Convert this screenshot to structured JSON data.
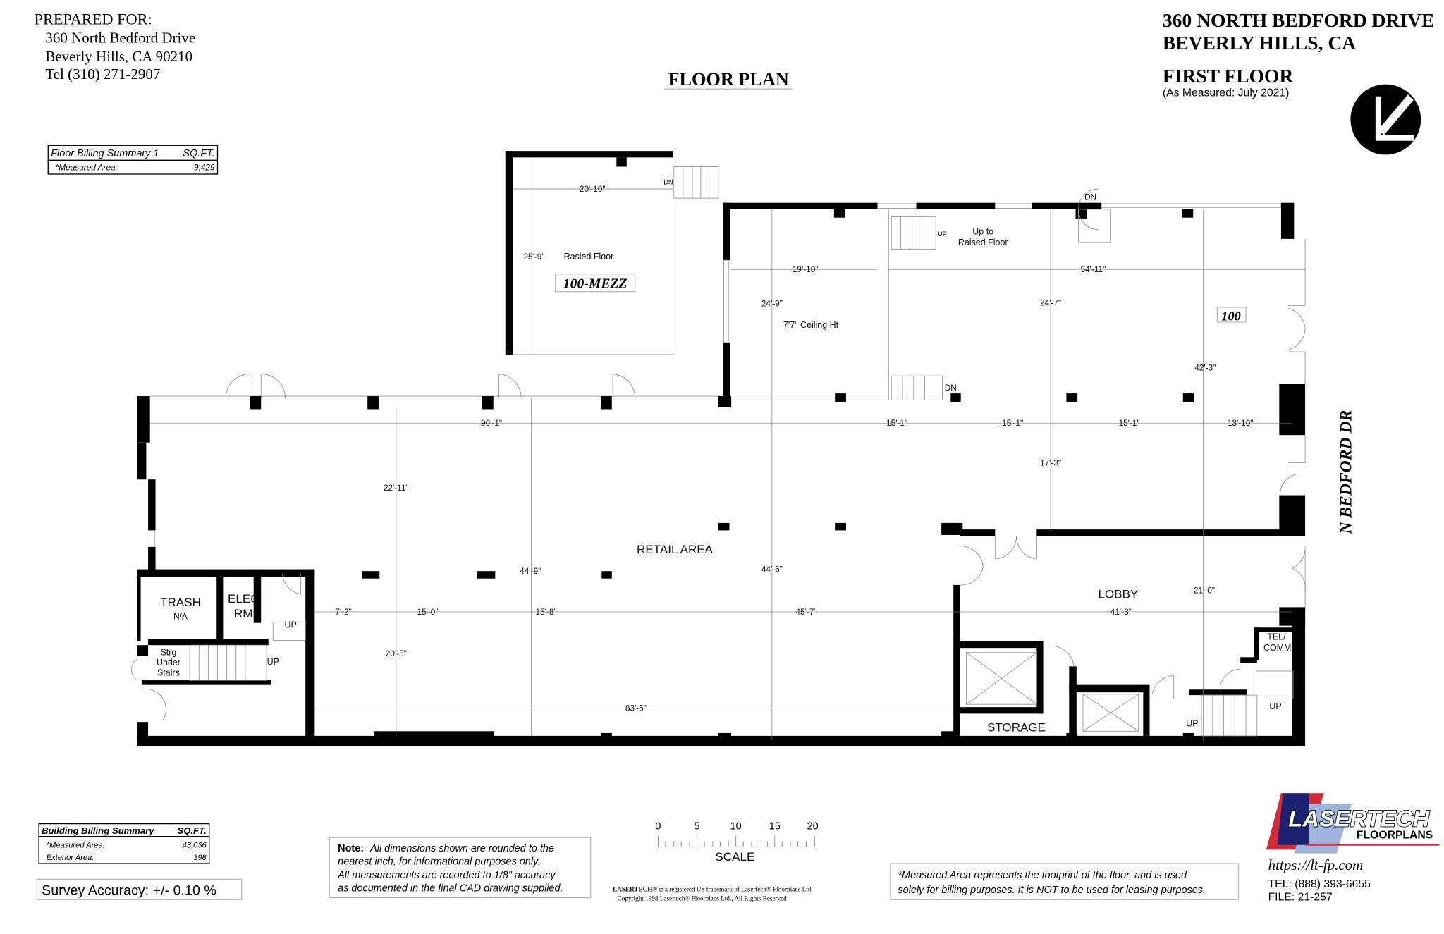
{
  "prepared_for": {
    "heading": "PREPARED FOR:",
    "lines": [
      "360 North Bedford Drive",
      "Beverly Hills, CA  90210",
      "Tel  (310) 271-2907"
    ]
  },
  "title": "FLOOR PLAN",
  "property": {
    "address_line1": "360 NORTH BEDFORD DRIVE",
    "address_line2": "BEVERLY HILLS, CA",
    "floor": "FIRST FLOOR",
    "measured": "(As Measured:  July 2021)"
  },
  "floor_billing": {
    "title": "Floor Billing Summary 1",
    "unit": "SQ.FT.",
    "rows": [
      {
        "label": "*Measured Area:",
        "value": "9,429"
      }
    ]
  },
  "rooms": {
    "mezz_label": "100-MEZZ",
    "raised_floor": "Rasied Floor",
    "ceiling": "7'7\" Ceiling Ht",
    "up_to": "Up to",
    "raised_floor2": "Raised Floor",
    "suite": "100",
    "retail": "RETAIL AREA",
    "lobby": "LOBBY",
    "storage": "STORAGE",
    "trash": "TRASH",
    "trash_sub": "N/A",
    "elec1": "ELEC",
    "elec2": "RM",
    "strg": [
      "Strg",
      "Under",
      "Stairs"
    ],
    "tel1": "TEL/",
    "tel2": "COMM",
    "street": "N BEDFORD DR"
  },
  "stair_labels": {
    "dn": "DN",
    "up": "UP"
  },
  "dimensions": {
    "mezz_w": "20'-10\"",
    "mezz_h": "25'-9\"",
    "d19_10": "19'-10\"",
    "d54_11": "54'-11\"",
    "d24_9": "24'-9\"",
    "d24_7": "24'-7\"",
    "d42_3": "42'-3\"",
    "d90_1": "90'-1\"",
    "d15_1": "15'-1\"",
    "d13_10": "13'-10\"",
    "d17_3": "17'-3\"",
    "d22_11": "22'-11\"",
    "d44_9": "44'-9\"",
    "d44_6": "44'-6\"",
    "d21_0": "21'-0\"",
    "d20_5": "20'-5\"",
    "d7_2": "7'-2\"",
    "d15_0": "15'-0\"",
    "d15_8": "15'-8\"",
    "d45_7": "45'-7\"",
    "d41_3": "41'-3\"",
    "d83_5": "83'-5\""
  },
  "building_billing": {
    "title": "Building Billing Summary",
    "unit": "SQ.FT.",
    "rows": [
      {
        "label": "*Measured Area:",
        "value": "43,036"
      },
      {
        "label": "Exterior Area:",
        "value": "398"
      }
    ]
  },
  "survey_accuracy": "Survey Accuracy:  +/-  0.10 %",
  "note": {
    "lead": "Note:",
    "lines": [
      "All dimensions shown are rounded to the",
      "nearest inch, for informational purposes only.",
      "All measurements are recorded to 1/8\" accuracy",
      "as documented in the final CAD drawing supplied."
    ]
  },
  "scale": {
    "ticks": [
      "0",
      "5",
      "10",
      "15",
      "20"
    ],
    "label": "SCALE"
  },
  "trademark": {
    "brand": "LASERTECH",
    "line1": "® is a registered US trademark of Lasertech® Floorplans Ltd.",
    "line2": "Copyright 1998 Lasertech® Floorplans Ltd., All Rights Reserved"
  },
  "measured_note": [
    "*Measured Area represents the footprint of the floor, and is used",
    "solely for billing purposes. It is NOT to be used for leasing purposes."
  ],
  "company": {
    "logo_text1": "LASERTECH",
    "logo_text2": "FLOORPLANS",
    "url": "https://lt-fp.com",
    "tel": "TEL:  (888) 393-6655",
    "file": "FILE:  21-257"
  },
  "colors": {
    "logo_red": "#d42b3a",
    "logo_blue": "#2a4f9a",
    "logo_navy": "#1c2270"
  }
}
